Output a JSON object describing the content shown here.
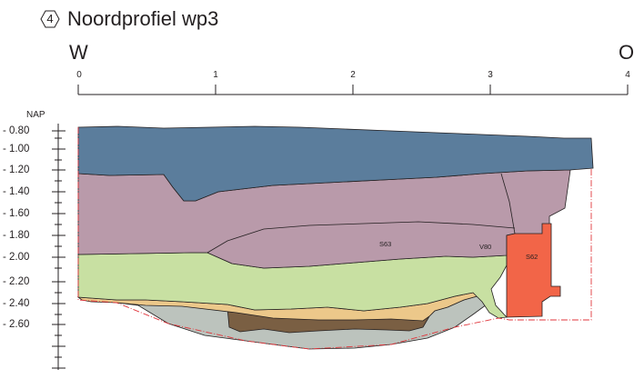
{
  "figure": {
    "number": "4",
    "title": "Noordprofiel wp3",
    "direction_left": "W",
    "direction_right": "O"
  },
  "x_axis": {
    "ticks": [
      "0",
      "1",
      "2",
      "3",
      "4"
    ]
  },
  "y_axis": {
    "label": "NAP",
    "ticks": [
      "- 0.80",
      "- 1.00",
      "- 1.20",
      "- 1.40",
      "- 1.60",
      "- 1.80",
      "- 2.00",
      "- 2.20",
      "- 2.40",
      "- 2.60"
    ]
  },
  "layers": [
    {
      "id": "top-layer",
      "color": "#5b7d9c"
    },
    {
      "id": "upper-purple-layer",
      "color": "#b99aaa"
    },
    {
      "id": "green-layer",
      "color": "#c8e0a2"
    },
    {
      "id": "tan-layer",
      "color": "#ecc88a"
    },
    {
      "id": "brown-layer",
      "color": "#7a5f43"
    },
    {
      "id": "grey-layer",
      "color": "#bcc3bd"
    },
    {
      "id": "s62-feature",
      "color": "#f26548"
    }
  ],
  "labels": {
    "s63": "S63",
    "v80": "V80",
    "s62": "S62"
  }
}
